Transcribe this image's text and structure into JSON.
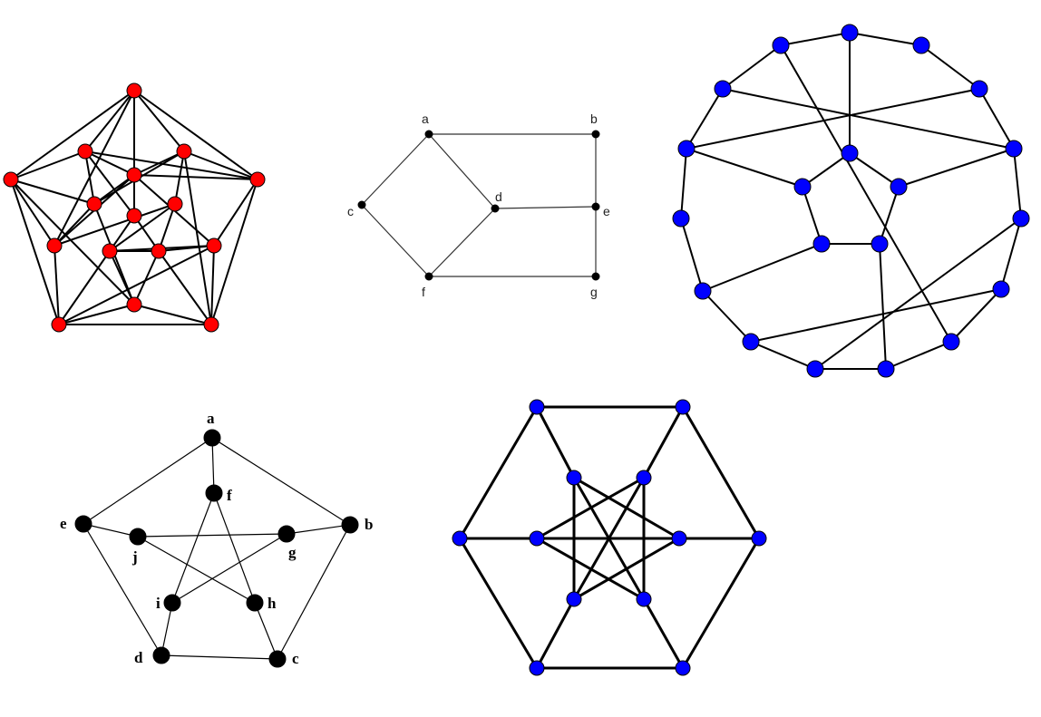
{
  "graphs": [
    {
      "id": "red-graph",
      "color": "#ff0000",
      "vertices": [
        "v0",
        "v1",
        "v2",
        "v3",
        "v4",
        "i0",
        "i1",
        "i2",
        "i3",
        "i4",
        "m0",
        "m1",
        "m2",
        "m3",
        "m4",
        "c"
      ],
      "edges": [
        [
          "v0",
          "v1"
        ],
        [
          "v1",
          "v2"
        ],
        [
          "v2",
          "v3"
        ],
        [
          "v3",
          "v4"
        ],
        [
          "v4",
          "v0"
        ],
        [
          "v0",
          "i0"
        ],
        [
          "v0",
          "i1"
        ],
        [
          "v0",
          "i4"
        ],
        [
          "v0",
          "c"
        ],
        [
          "v1",
          "i0"
        ],
        [
          "v1",
          "i1"
        ],
        [
          "v1",
          "i2"
        ],
        [
          "v1",
          "m0"
        ],
        [
          "v4",
          "i0"
        ],
        [
          "v4",
          "i4"
        ],
        [
          "v4",
          "i3"
        ],
        [
          "v4",
          "m1"
        ],
        [
          "v2",
          "i1"
        ],
        [
          "v2",
          "i2"
        ],
        [
          "v2",
          "i3"
        ],
        [
          "v2",
          "m3"
        ],
        [
          "v3",
          "i3"
        ],
        [
          "v3",
          "i4"
        ],
        [
          "v3",
          "i2"
        ],
        [
          "v3",
          "m4"
        ],
        [
          "i0",
          "m0"
        ],
        [
          "i0",
          "m1"
        ],
        [
          "i0",
          "c"
        ],
        [
          "i1",
          "m2"
        ],
        [
          "i1",
          "m0"
        ],
        [
          "i1",
          "m1"
        ],
        [
          "i4",
          "m2"
        ],
        [
          "i4",
          "m0"
        ],
        [
          "i4",
          "m1"
        ],
        [
          "i2",
          "m3"
        ],
        [
          "i2",
          "m0"
        ],
        [
          "i2",
          "m4"
        ],
        [
          "i3",
          "m4"
        ],
        [
          "i3",
          "m1"
        ],
        [
          "i3",
          "m3"
        ],
        [
          "m0",
          "m1"
        ],
        [
          "m2",
          "m3"
        ],
        [
          "m2",
          "m4"
        ],
        [
          "m3",
          "m4"
        ],
        [
          "c",
          "m3"
        ],
        [
          "c",
          "m4"
        ]
      ]
    },
    {
      "id": "lettered-graph",
      "color": "#000000",
      "vertices": [
        "a",
        "b",
        "c",
        "d",
        "e",
        "f",
        "g"
      ],
      "labels": {
        "a": "a",
        "b": "b",
        "c": "c",
        "d": "d",
        "e": "e",
        "f": "f",
        "g": "g"
      },
      "edges": [
        [
          "a",
          "b"
        ],
        [
          "a",
          "c"
        ],
        [
          "a",
          "d"
        ],
        [
          "c",
          "f"
        ],
        [
          "d",
          "f"
        ],
        [
          "d",
          "e"
        ],
        [
          "b",
          "e"
        ],
        [
          "e",
          "g"
        ],
        [
          "f",
          "g"
        ]
      ]
    },
    {
      "id": "blue-graph-20",
      "color": "#0000ff",
      "vertices": [
        "o0",
        "o1",
        "o2",
        "o3",
        "o4",
        "o5",
        "o6",
        "o7",
        "o8",
        "o9",
        "o10",
        "o11",
        "o12",
        "o13",
        "o14",
        "p0",
        "p1",
        "p2",
        "p3",
        "p4"
      ],
      "edges": [
        [
          "o0",
          "o1"
        ],
        [
          "o1",
          "o2"
        ],
        [
          "o2",
          "o3"
        ],
        [
          "o3",
          "o4"
        ],
        [
          "o4",
          "o5"
        ],
        [
          "o5",
          "o6"
        ],
        [
          "o6",
          "o7"
        ],
        [
          "o7",
          "o8"
        ],
        [
          "o8",
          "o9"
        ],
        [
          "o9",
          "o10"
        ],
        [
          "o10",
          "o11"
        ],
        [
          "o11",
          "o12"
        ],
        [
          "o12",
          "o13"
        ],
        [
          "o13",
          "o14"
        ],
        [
          "o14",
          "o0"
        ],
        [
          "p0",
          "p1"
        ],
        [
          "p1",
          "p2"
        ],
        [
          "p2",
          "p3"
        ],
        [
          "p3",
          "p4"
        ],
        [
          "p4",
          "p0"
        ],
        [
          "o0",
          "p0"
        ],
        [
          "o3",
          "p1"
        ],
        [
          "o12",
          "p4"
        ],
        [
          "o13",
          "o3"
        ],
        [
          "o2",
          "o12"
        ],
        [
          "p2",
          "o7"
        ],
        [
          "o5",
          "o9"
        ],
        [
          "o4",
          "o8"
        ],
        [
          "p3",
          "o10"
        ],
        [
          "o14",
          "o6"
        ]
      ]
    },
    {
      "id": "petersen-graph",
      "color": "#000000",
      "vertices": [
        "a",
        "b",
        "c",
        "d",
        "e",
        "f",
        "g",
        "h",
        "i",
        "j"
      ],
      "labels": {
        "a": "a",
        "b": "b",
        "c": "c",
        "d": "d",
        "e": "e",
        "f": "f",
        "g": "g",
        "h": "h",
        "i": "i",
        "j": "j"
      },
      "edges": [
        [
          "a",
          "b"
        ],
        [
          "b",
          "c"
        ],
        [
          "c",
          "d"
        ],
        [
          "d",
          "e"
        ],
        [
          "e",
          "a"
        ],
        [
          "a",
          "f"
        ],
        [
          "b",
          "g"
        ],
        [
          "c",
          "h"
        ],
        [
          "d",
          "i"
        ],
        [
          "e",
          "j"
        ],
        [
          "f",
          "h"
        ],
        [
          "f",
          "i"
        ],
        [
          "g",
          "i"
        ],
        [
          "g",
          "j"
        ],
        [
          "h",
          "j"
        ]
      ]
    },
    {
      "id": "blue-graph-12",
      "color": "#0000ff",
      "vertices": [
        "H0",
        "H1",
        "H2",
        "H3",
        "H4",
        "H5",
        "S0",
        "S1",
        "S2",
        "S3",
        "S4",
        "S5"
      ],
      "edges": [
        [
          "H0",
          "H1"
        ],
        [
          "H1",
          "H2"
        ],
        [
          "H2",
          "H3"
        ],
        [
          "H3",
          "H4"
        ],
        [
          "H4",
          "H5"
        ],
        [
          "H5",
          "H0"
        ],
        [
          "H0",
          "S0"
        ],
        [
          "H1",
          "S1"
        ],
        [
          "H2",
          "S2"
        ],
        [
          "H3",
          "S3"
        ],
        [
          "H4",
          "S4"
        ],
        [
          "H5",
          "S5"
        ],
        [
          "S0",
          "S2"
        ],
        [
          "S2",
          "S4"
        ],
        [
          "S4",
          "S0"
        ],
        [
          "S1",
          "S3"
        ],
        [
          "S3",
          "S5"
        ],
        [
          "S5",
          "S1"
        ],
        [
          "S0",
          "S3"
        ],
        [
          "S1",
          "S4"
        ],
        [
          "S2",
          "S5"
        ]
      ]
    }
  ]
}
